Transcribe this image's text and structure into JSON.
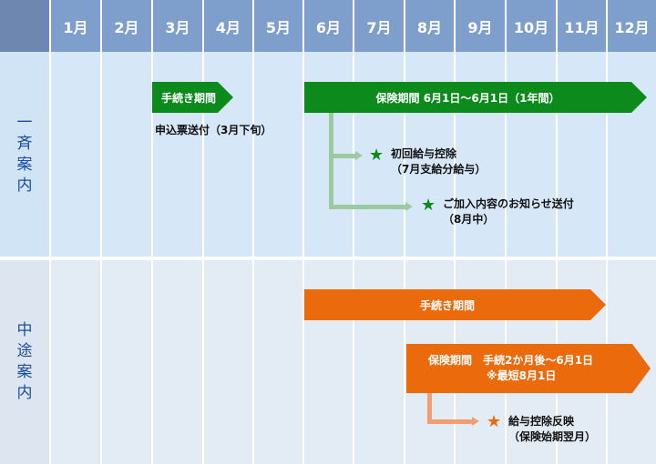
{
  "months": [
    "1月",
    "2月",
    "3月",
    "4月",
    "5月",
    "6月",
    "7月",
    "8月",
    "9月",
    "10月",
    "11月",
    "12月"
  ],
  "sections": {
    "lump_sum": {
      "label_chars": [
        "一",
        "斉",
        "案",
        "内"
      ]
    },
    "midterm": {
      "label_chars": [
        "中",
        "途",
        "案",
        "内"
      ]
    }
  },
  "lump_sum_row": {
    "procedure_bar": "手続き期間",
    "form_dispatch": "申込票送付（3月下旬）",
    "coverage_bar": "保険期間  6月1日〜6月1日（1年間）",
    "first_deduction": {
      "title": "初回給与控除",
      "detail": "（7月支給分給与）"
    },
    "enrollment_notice": {
      "title": "ご加入内容のお知らせ送付",
      "detail": "（8月中）"
    }
  },
  "midterm_row": {
    "procedure_bar": "手続き期間",
    "coverage_line1": "保険期間　手続2か月後〜6月1日",
    "coverage_line2": "※最短8月1日",
    "payroll_reflection": {
      "title": "給与控除反映",
      "detail": "（保険始期翌月）"
    }
  },
  "colors": {
    "header": "#7e9fcc",
    "green": "#0d8a1c",
    "orange": "#ea6a0c",
    "lump_bg": "#d6e8f8",
    "mid_bg": "#e3ebf4"
  },
  "icons": {
    "milestone": "star-icon"
  }
}
